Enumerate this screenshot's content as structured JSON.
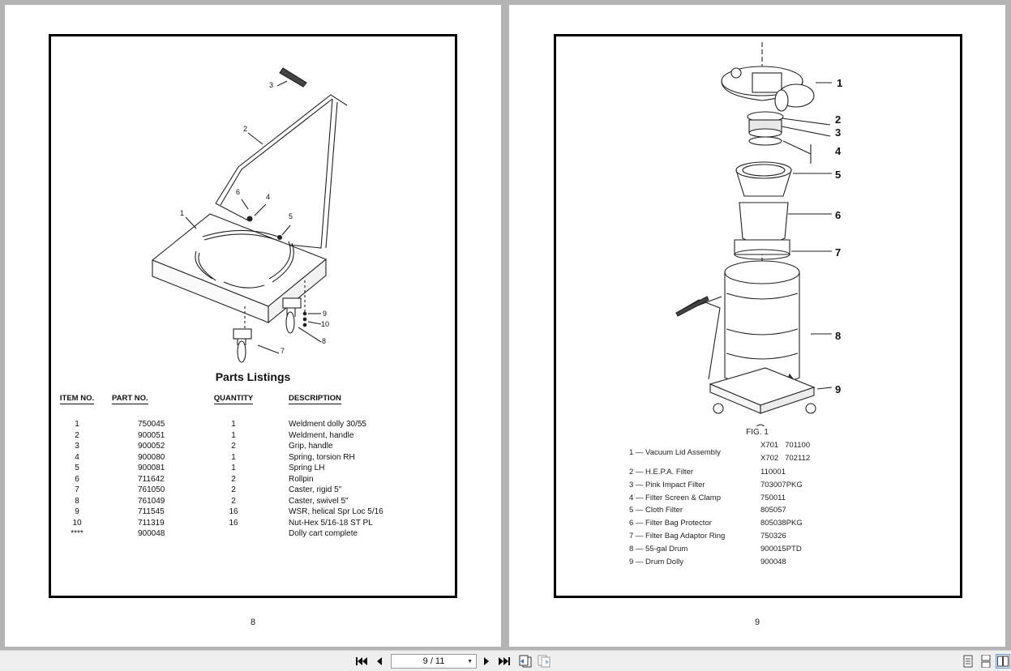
{
  "left_page": {
    "callouts": [
      "1",
      "2",
      "3",
      "4",
      "5",
      "6",
      "7",
      "8",
      "9",
      "10"
    ],
    "title": "Parts Listings",
    "headers": [
      "ITEM NO.",
      "PART NO.",
      "QUANTITY",
      "DESCRIPTION"
    ],
    "rows": [
      {
        "item": "1",
        "part": "750045",
        "qty": "1",
        "desc": "Weldment dolly 30/55"
      },
      {
        "item": "2",
        "part": "900051",
        "qty": "1",
        "desc": "Weldment, handle"
      },
      {
        "item": "3",
        "part": "900052",
        "qty": "2",
        "desc": "Grip, handle"
      },
      {
        "item": "4",
        "part": "900080",
        "qty": "1",
        "desc": "Spring, torsion RH"
      },
      {
        "item": "5",
        "part": "900081",
        "qty": "1",
        "desc": "Spring LH"
      },
      {
        "item": "6",
        "part": "711642",
        "qty": "2",
        "desc": "Rollpin"
      },
      {
        "item": "7",
        "part": "761050",
        "qty": "2",
        "desc": "Caster, rigid 5\""
      },
      {
        "item": "8",
        "part": "761049",
        "qty": "2",
        "desc": "Caster, swivel 5\""
      },
      {
        "item": "9",
        "part": "711545",
        "qty": "16",
        "desc": "WSR, helical Spr Loc 5/16"
      },
      {
        "item": "10",
        "part": "711319",
        "qty": "16",
        "desc": "Nut-Hex 5/16-18 ST PL"
      },
      {
        "item": "****",
        "part": "900048",
        "qty": "",
        "desc": "Dolly cart complete"
      }
    ],
    "page_number": "8"
  },
  "right_page": {
    "callouts": [
      "1",
      "2",
      "3",
      "4",
      "5",
      "6",
      "7",
      "8",
      "9"
    ],
    "fig_caption": "FIG. 1",
    "list": [
      {
        "label": "1 — Vacuum Lid Assembly",
        "values": [
          "X701   701100",
          "X702   702112"
        ]
      },
      {
        "label": "2 — H.E.P.A. Filter",
        "values": [
          "110001"
        ]
      },
      {
        "label": "3 — Pink Impact Filter",
        "values": [
          "703007PKG"
        ]
      },
      {
        "label": "4 — Filter Screen & Clamp",
        "values": [
          "750011"
        ]
      },
      {
        "label": "5 — Cloth Filter",
        "values": [
          "805057"
        ]
      },
      {
        "label": "6 — Filter Bag Protector",
        "values": [
          "805038PKG"
        ]
      },
      {
        "label": "7 — Filter Bag Adaptor Ring",
        "values": [
          "750326"
        ]
      },
      {
        "label": "8 — 55-gal Drum",
        "values": [
          "900015PTD"
        ]
      },
      {
        "label": "9 — Drum Dolly",
        "values": [
          "900048"
        ]
      }
    ],
    "page_number": "9"
  },
  "toolbar": {
    "page_indicator": "9 / 11",
    "icons": [
      "first-page-icon",
      "prev-page-icon",
      "next-page-icon",
      "last-page-icon",
      "go-back-icon",
      "go-forward-icon",
      "single-page-view-icon",
      "continuous-view-icon",
      "two-page-view-icon"
    ]
  }
}
